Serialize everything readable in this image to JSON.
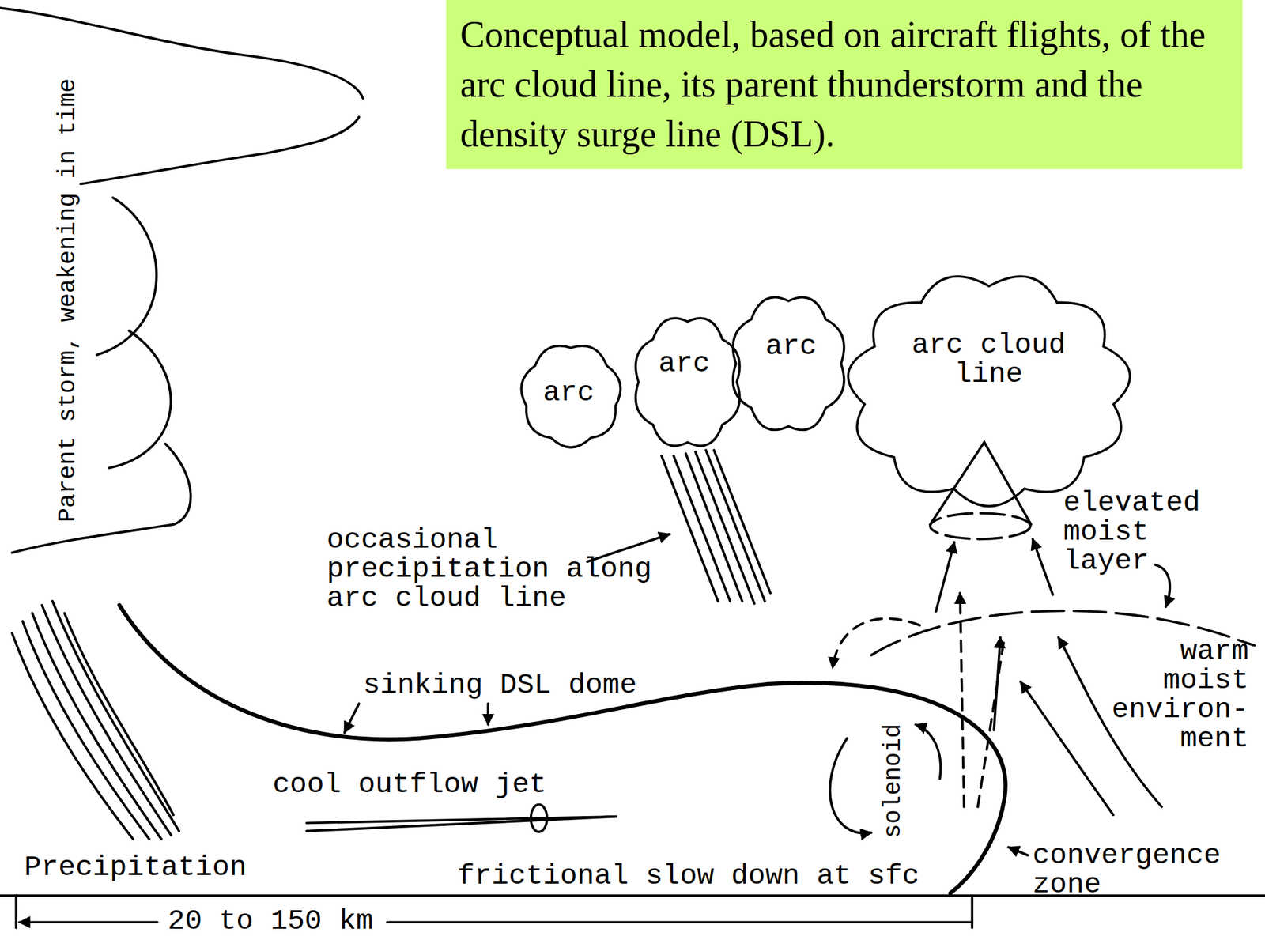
{
  "diagram": {
    "title": "Conceptual model, based on aircraft flights, of the arc cloud line, its parent thunderstorm and the density surge line (DSL).",
    "nodes": [
      {
        "text": [
          "Parent storm, weakening in time"
        ]
      },
      {
        "text": [
          "arc"
        ]
      },
      {
        "text": [
          "arc"
        ]
      },
      {
        "text": [
          "arc"
        ]
      },
      {
        "text": [
          "arc cloud line"
        ]
      }
    ],
    "labels": [
      "occasional precipitation along arc cloud line",
      "elevated moist layer",
      "warm moist environ- ment",
      "sinking DSL dome",
      "cool outflow jet",
      "solenoid",
      "Precipitation",
      "convergence zone",
      "frictional slow down at sfc",
      "20 to 150 km"
    ]
  }
}
